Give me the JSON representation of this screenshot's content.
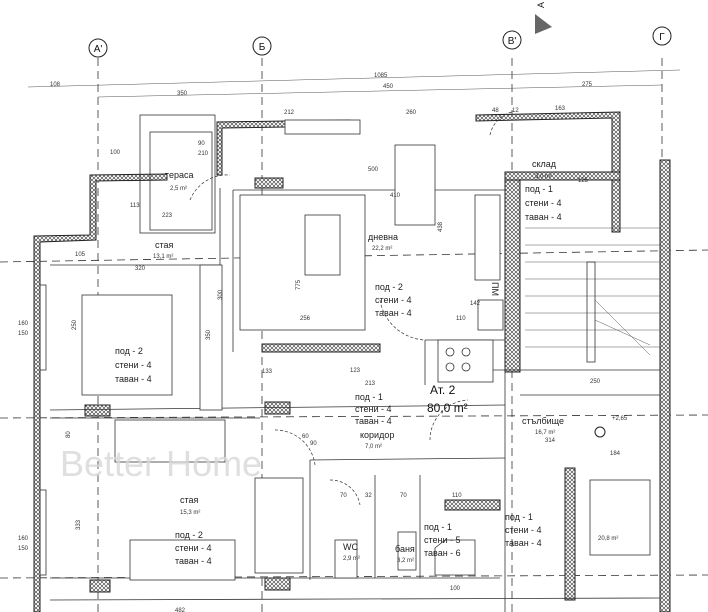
{
  "plan": {
    "axes": [
      "А'",
      "Б",
      "В'",
      "Г"
    ],
    "section_marker": "А",
    "watermark": "Better Home",
    "apartment": {
      "label": "Ат. 2",
      "area": "80,0 m²"
    },
    "rooms": {
      "terrace": {
        "name": "тераса",
        "area": "2,5 m²"
      },
      "storage": {
        "name": "склад",
        "area": "3,0 m²",
        "floor": "под - 1",
        "walls": "стени - 4",
        "ceiling": "таван - 4"
      },
      "bedroom1": {
        "name": "стая",
        "area": "13,1 m²",
        "floor": "под - 2",
        "walls": "стени - 4",
        "ceiling": "таван - 4"
      },
      "living": {
        "name": "дневна",
        "area": "22,2 m²",
        "floor": "под - 2",
        "walls": "стени - 4",
        "ceiling": "таван - 4"
      },
      "corridor": {
        "name": "коридор",
        "area": "7,0 m²",
        "floor": "под - 1",
        "walls": "стени - 4",
        "ceiling": "таван - 4"
      },
      "staircase": {
        "name": "стълбище",
        "area": "16,7 m²",
        "level": "+2,65",
        "floor": "под - 1",
        "walls": "стени - 4",
        "ceiling": "таван - 4"
      },
      "bedroom2": {
        "name": "стая",
        "area": "15,3 m²",
        "floor": "под - 2",
        "walls": "стени - 4",
        "ceiling": "таван - 4"
      },
      "wc": {
        "name": "WC",
        "area": "2,9 m²"
      },
      "bath": {
        "name": "баня",
        "area": "3,2 m²",
        "floor": "под - 1",
        "walls": "стени - 5",
        "ceiling": "таван - 6"
      },
      "lift": {
        "area": "20,8 m²"
      }
    },
    "fixtures": {
      "pm": "ПМ"
    },
    "dimensions": [
      "108",
      "1085",
      "450",
      "275",
      "350",
      "100",
      "212",
      "260",
      "500",
      "48",
      "12",
      "163",
      "125",
      "90",
      "210",
      "410",
      "113",
      "223",
      "105",
      "320",
      "250",
      "160",
      "150",
      "300",
      "350",
      "775",
      "438",
      "256",
      "142",
      "110",
      "123",
      "213",
      "133",
      "60",
      "250",
      "314",
      "184",
      "90",
      "70",
      "32",
      "70",
      "110",
      "482",
      "100",
      "333",
      "80",
      "160",
      "150"
    ]
  }
}
